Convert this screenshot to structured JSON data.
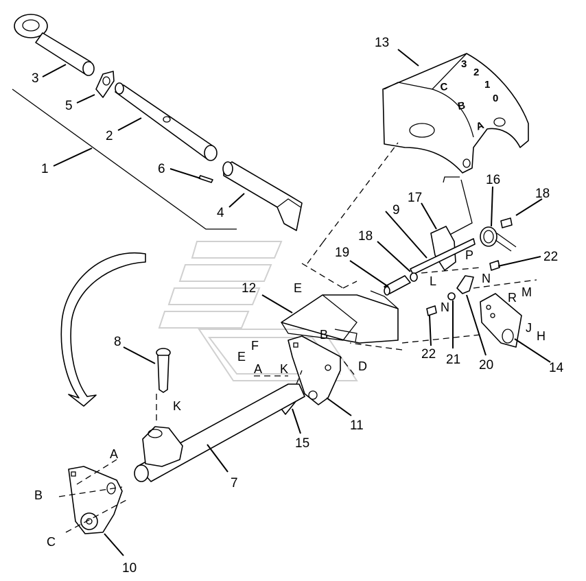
{
  "diagram": {
    "callouts": [
      "1",
      "2",
      "3",
      "4",
      "5",
      "6",
      "7",
      "8",
      "9",
      "10",
      "11",
      "12",
      "13",
      "14",
      "15",
      "16",
      "17",
      "18",
      "18",
      "19",
      "20",
      "21",
      "22",
      "22"
    ],
    "letters": [
      "A",
      "B",
      "C",
      "A",
      "K",
      "K",
      "E",
      "F",
      "B",
      "E",
      "D",
      "L",
      "N",
      "P",
      "N",
      "R",
      "M",
      "J",
      "H"
    ],
    "dial_marks": [
      "A",
      "B",
      "C",
      "1",
      "2",
      "3",
      "0"
    ]
  }
}
